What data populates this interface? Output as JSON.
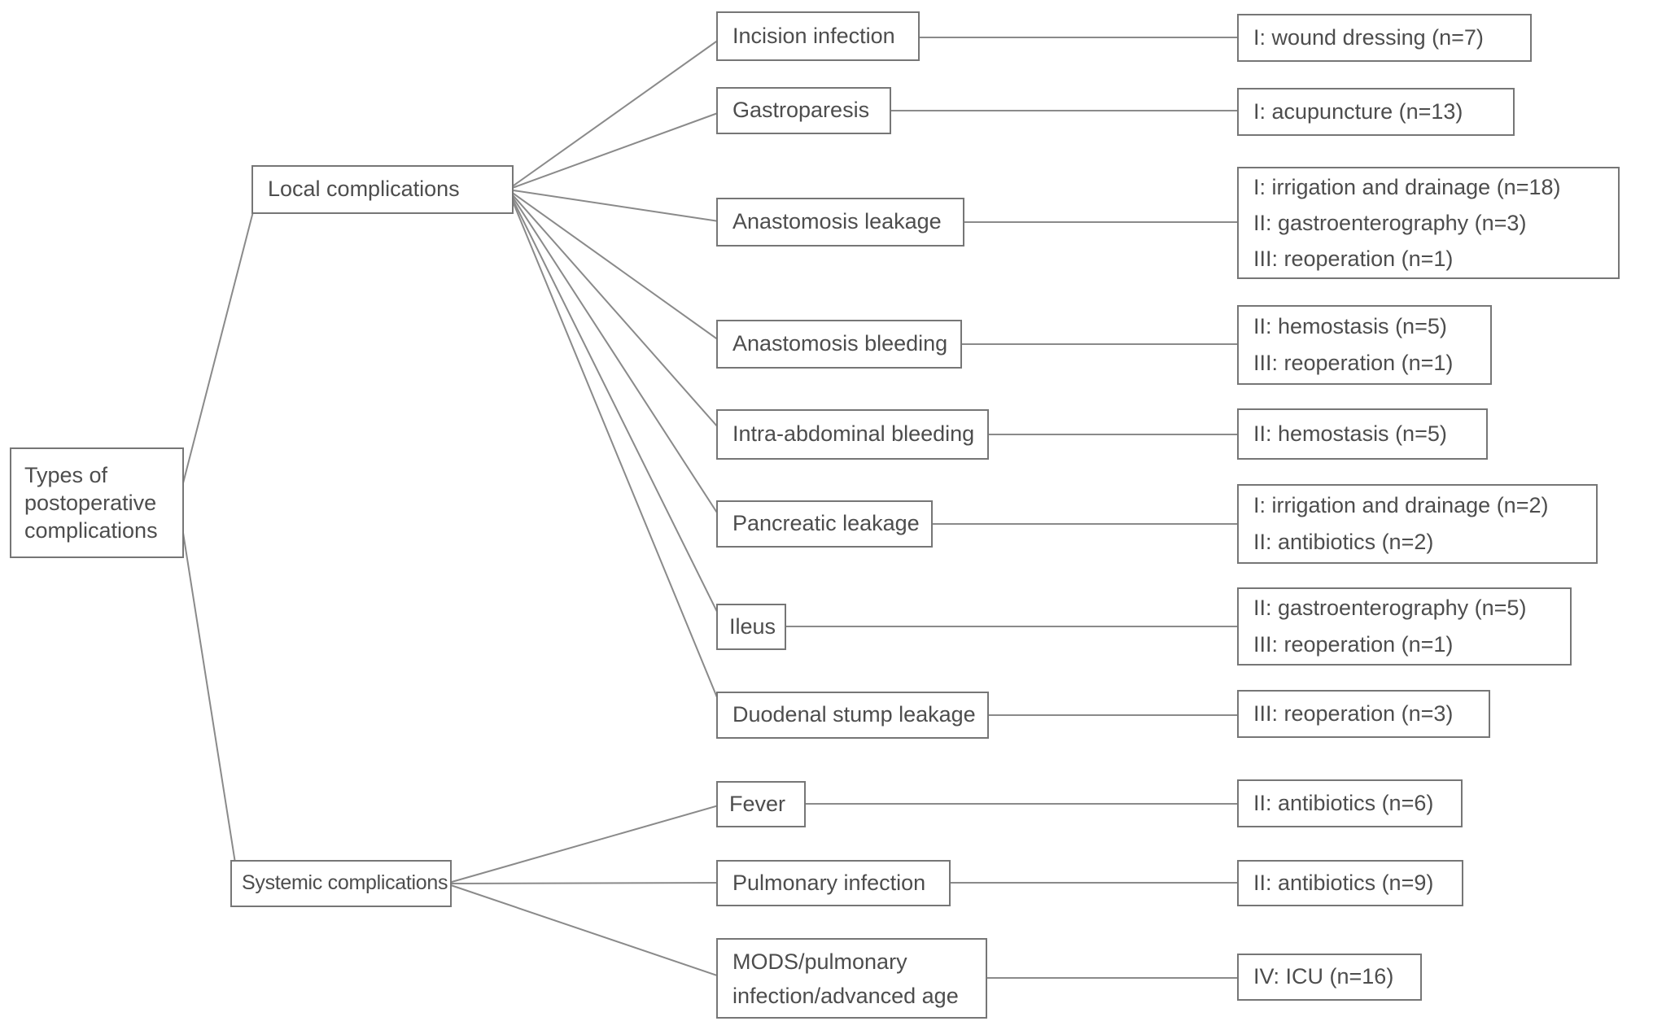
{
  "diagram": {
    "root_label": "Types of postoperative complications",
    "branches": [
      {
        "label": "Local complications",
        "children": [
          {
            "complication": "Incision infection",
            "treatments": [
              "I: wound dressing (n=7)"
            ]
          },
          {
            "complication": "Gastroparesis",
            "treatments": [
              "I: acupuncture (n=13)"
            ]
          },
          {
            "complication": "Anastomosis leakage",
            "treatments": [
              "I: irrigation and drainage (n=18)",
              "II: gastroenterography (n=3)",
              "III: reoperation (n=1)"
            ]
          },
          {
            "complication": "Anastomosis bleeding",
            "treatments": [
              "II: hemostasis (n=5)",
              "III: reoperation (n=1)"
            ]
          },
          {
            "complication": "Intra-abdominal bleeding",
            "treatments": [
              "II: hemostasis (n=5)"
            ]
          },
          {
            "complication": "Pancreatic leakage",
            "treatments": [
              "I: irrigation and drainage (n=2)",
              "II: antibiotics (n=2)"
            ]
          },
          {
            "complication": "Ileus",
            "treatments": [
              "II: gastroenterography (n=5)",
              "III: reoperation (n=1)"
            ]
          },
          {
            "complication": "Duodenal stump leakage",
            "treatments": [
              "III: reoperation (n=3)"
            ]
          }
        ]
      },
      {
        "label": "Systemic complications",
        "children": [
          {
            "complication": "Fever",
            "treatments": [
              "II: antibiotics (n=6)"
            ]
          },
          {
            "complication": "Pulmonary infection",
            "treatments": [
              "II: antibiotics (n=9)"
            ]
          },
          {
            "complication": "MODS/pulmonary infection/advanced age",
            "complication_lines": [
              "MODS/pulmonary",
              "infection/advanced age"
            ],
            "treatments": [
              "IV: ICU (n=16)"
            ]
          }
        ]
      }
    ],
    "colors": {
      "background": "#ffffff",
      "box_border": "#767676",
      "text": "#4d4d4d",
      "connector_line": "#8a8a8a"
    }
  }
}
